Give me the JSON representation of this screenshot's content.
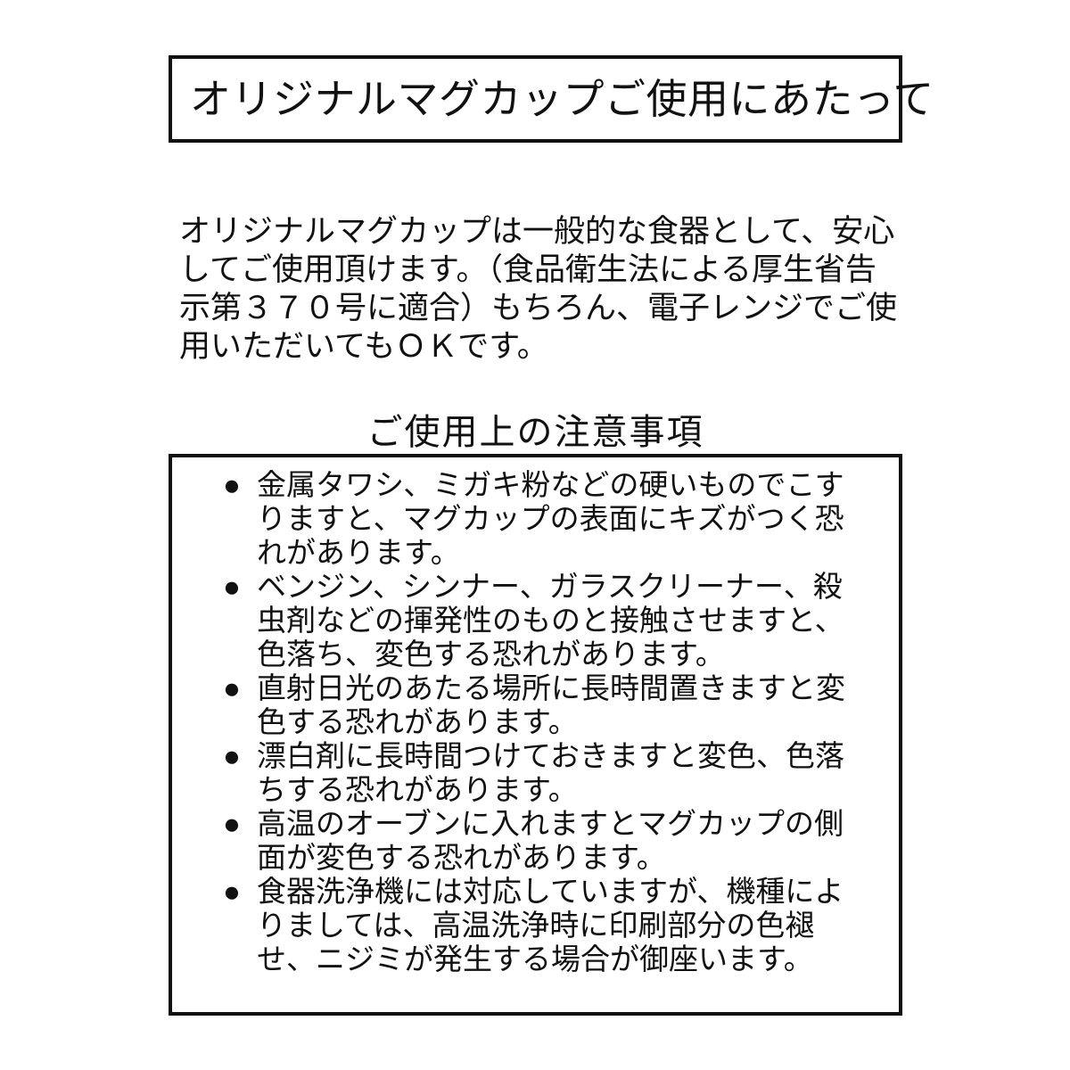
{
  "document": {
    "title_box": {
      "title": "オリジナルマグカップご使用にあたって"
    },
    "intro": {
      "paragraph": "オリジナルマグカップは一般的な食器として、安心してご使用頂けます。（食品衛生法による厚生省告示第３７０号に適合）もちろん、電子レンジでご使用いただいてもＯＫです。"
    },
    "section": {
      "heading": "ご使用上の注意事項"
    },
    "warnings": {
      "bullet_glyph": "●",
      "items": [
        {
          "text": "金属タワシ、ミガキ粉などの硬いものでこすりますと、マグカップの表面にキズがつく恐れがあります。"
        },
        {
          "text": "ベンジン、シンナー、ガラスクリーナー、殺虫剤などの揮発性のものと接触させますと、色落ち、変色する恐れがあります。"
        },
        {
          "text": "直射日光のあたる場所に長時間置きますと変色する恐れがあります。"
        },
        {
          "text": "漂白剤に長時間つけておきますと変色、色落ちする恐れがあります。"
        },
        {
          "text": "高温のオーブンに入れますとマグカップの側面が変色する恐れがあります。"
        },
        {
          "text": "食器洗浄機には対応していますが、機種によりましては、高温洗浄時に印刷部分の色褪せ、ニジミが発生する場合が御座います。"
        }
      ]
    },
    "colors": {
      "background": "#ffffff",
      "text": "#111111",
      "border": "#111111"
    }
  }
}
